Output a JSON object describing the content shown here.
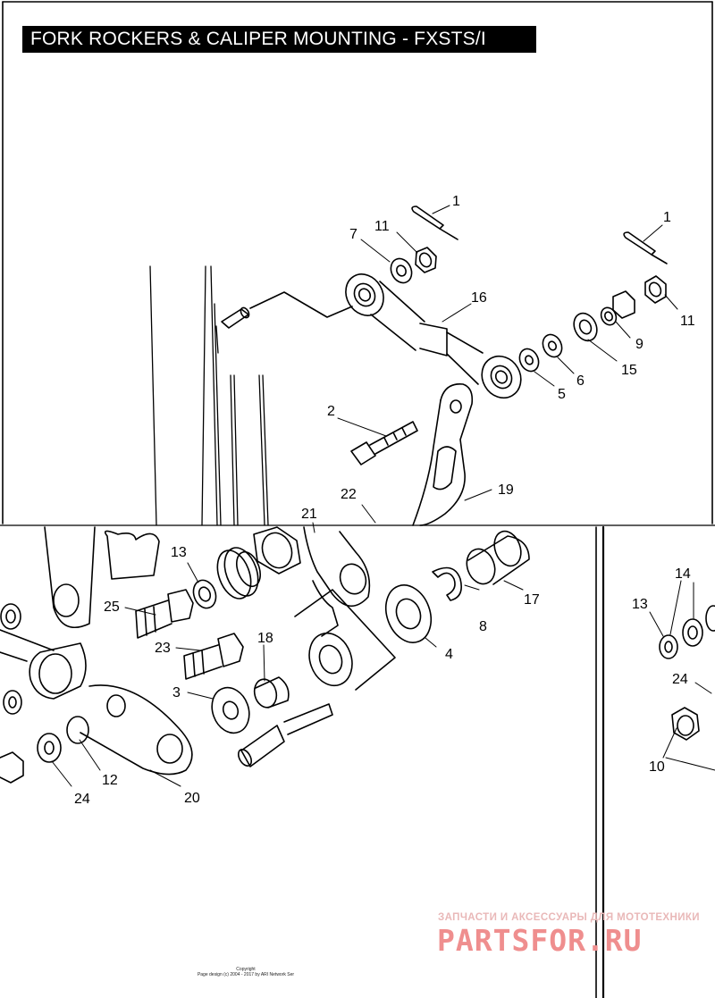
{
  "title": "FORK ROCKERS & CALIPER MOUNTING - FXSTS/I",
  "callouts": {
    "c1a": "1",
    "c1b": "1",
    "c7": "7",
    "c11a": "11",
    "c11b": "11",
    "c16": "16",
    "c9": "9",
    "c15": "15",
    "c6": "6",
    "c5": "5",
    "c2": "2",
    "c19": "19",
    "c22": "22",
    "c21": "21",
    "c13a": "13",
    "c25": "25",
    "c23": "23",
    "c18": "18",
    "c3": "3",
    "c17": "17",
    "c8": "8",
    "c4": "4",
    "c12": "12",
    "c24a": "24",
    "c20": "20",
    "c14": "14",
    "c13b": "13",
    "c24b": "24",
    "c10": "10"
  },
  "watermark": {
    "tagline": "ЗАПЧАСТИ И АКСЕССУАРЫ ДЛЯ МОТОТЕХНИКИ",
    "brand": "PARTSFOR.RU"
  },
  "footer": {
    "line1": "Copyright",
    "line2": "Page design (c) 2004 - 2017 by ARI Network Ser"
  },
  "colors": {
    "title_bg": "#000000",
    "title_fg": "#ffffff",
    "watermark": "#ef8e8e"
  }
}
